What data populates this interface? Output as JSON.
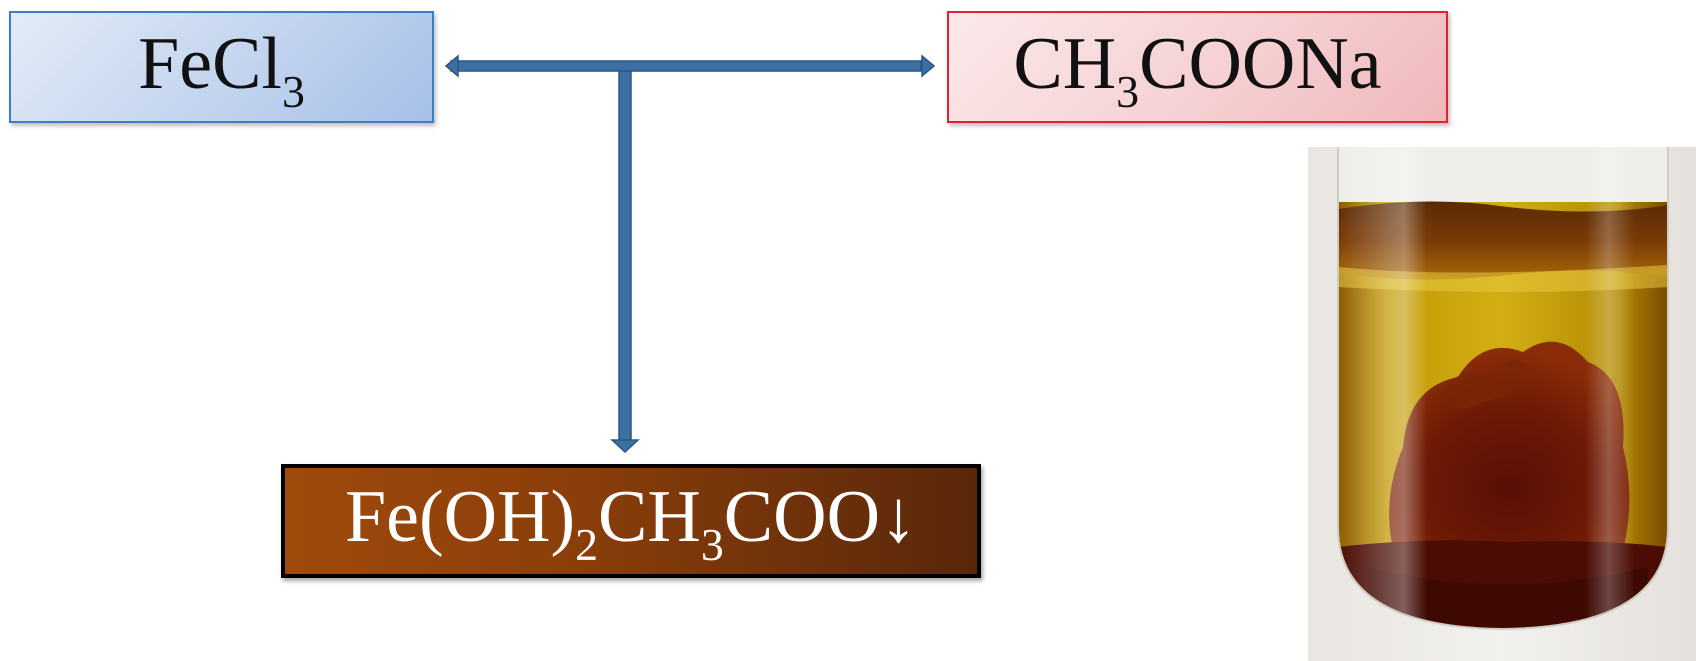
{
  "reactant_left": {
    "parts": [
      {
        "text": "FeCl",
        "sub": false
      },
      {
        "text": "3",
        "sub": true
      }
    ]
  },
  "reactant_right": {
    "parts": [
      {
        "text": "CH",
        "sub": false
      },
      {
        "text": "3",
        "sub": true
      },
      {
        "text": "COONa",
        "sub": false
      }
    ]
  },
  "product": {
    "parts": [
      {
        "text": "Fe(OH)",
        "sub": false
      },
      {
        "text": "2",
        "sub": true
      },
      {
        "text": "CH",
        "sub": false
      },
      {
        "text": "3",
        "sub": true
      },
      {
        "text": "COO↓",
        "sub": false
      }
    ]
  },
  "colors": {
    "arrow": "#3d6fa3",
    "arrow_outline": "#2b5686",
    "reactant_left_border": "#3c7dc4",
    "reactant_right_border": "#e0232d",
    "product_fill": "#8c3f0a",
    "solution_yellow": "#c9a100",
    "precipitate_brown": "#6a1406"
  },
  "photo": {
    "subject": "test-tube-with-brown-precipitate"
  }
}
